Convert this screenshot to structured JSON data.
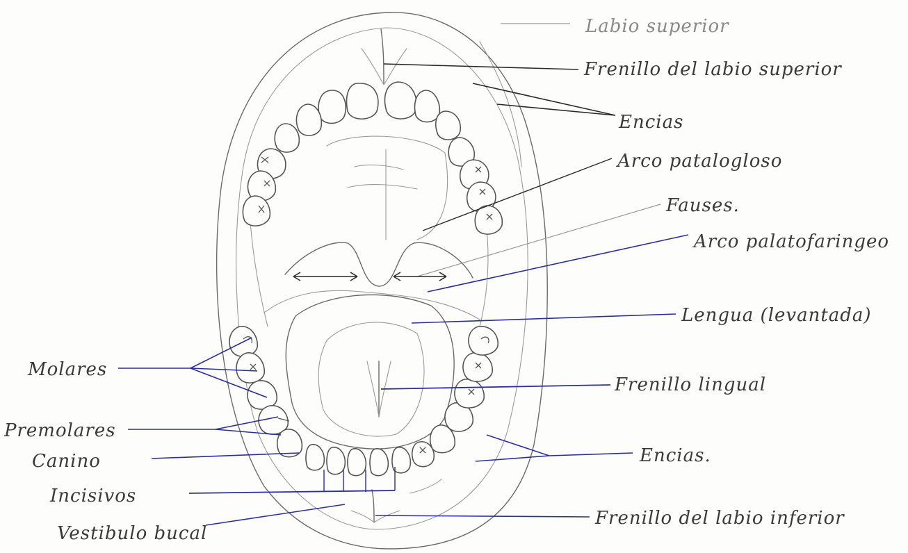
{
  "colors": {
    "leader_blue": "#2b2f9c",
    "leader_dark": "#2a2a2a",
    "leader_gray": "#9a9a9a",
    "sketch": "#6b6b6b",
    "label_text": "#3a3a3a"
  },
  "labels": {
    "labio_superior": "Labio superior",
    "frenillo_labio_superior": "Frenillo del labio superior",
    "encias_top": "Encias",
    "arco_palatogloso": "Arco patalogloso",
    "fauces": "Fauses.",
    "arco_palatofaringeo": "Arco palatofaringeo",
    "lengua": "Lengua (levantada)",
    "frenillo_lingual": "Frenillo lingual",
    "encias_bottom": "Encias.",
    "frenillo_labio_inferior": "Frenillo del labio inferior",
    "molares": "Molares",
    "premolares": "Premolares",
    "canino": "Canino",
    "incisivos": "Incisivos",
    "vestibulo_bucal": "Vestibulo bucal"
  }
}
